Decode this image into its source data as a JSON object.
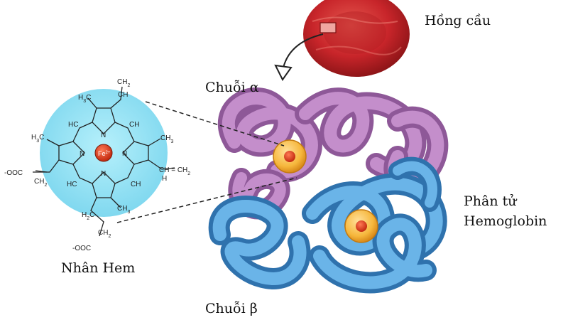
{
  "labels": {
    "red_blood_cell": "Hồng cầu",
    "alpha_chain": "Chuỗi α",
    "beta_chain": "Chuỗi β",
    "heme_nucleus": "Nhân Hem",
    "hemoglobin_line1": "Phân tử",
    "hemoglobin_line2": "Hemoglobin"
  },
  "heme": {
    "iron": "Fe",
    "iron_charge": "2+",
    "nitrogen": "N",
    "carboxylate_left": "-OOC",
    "carboxylate_bottom": "-OOC"
  },
  "colors": {
    "alpha_chain": "#b07ab8",
    "beta_chain": "#4f9fd6",
    "heme_disc": "#f6b73c",
    "iron_core": "#d8391e",
    "red_blood_cell": "#c8252a",
    "heme_background": "#8fe0f2"
  }
}
